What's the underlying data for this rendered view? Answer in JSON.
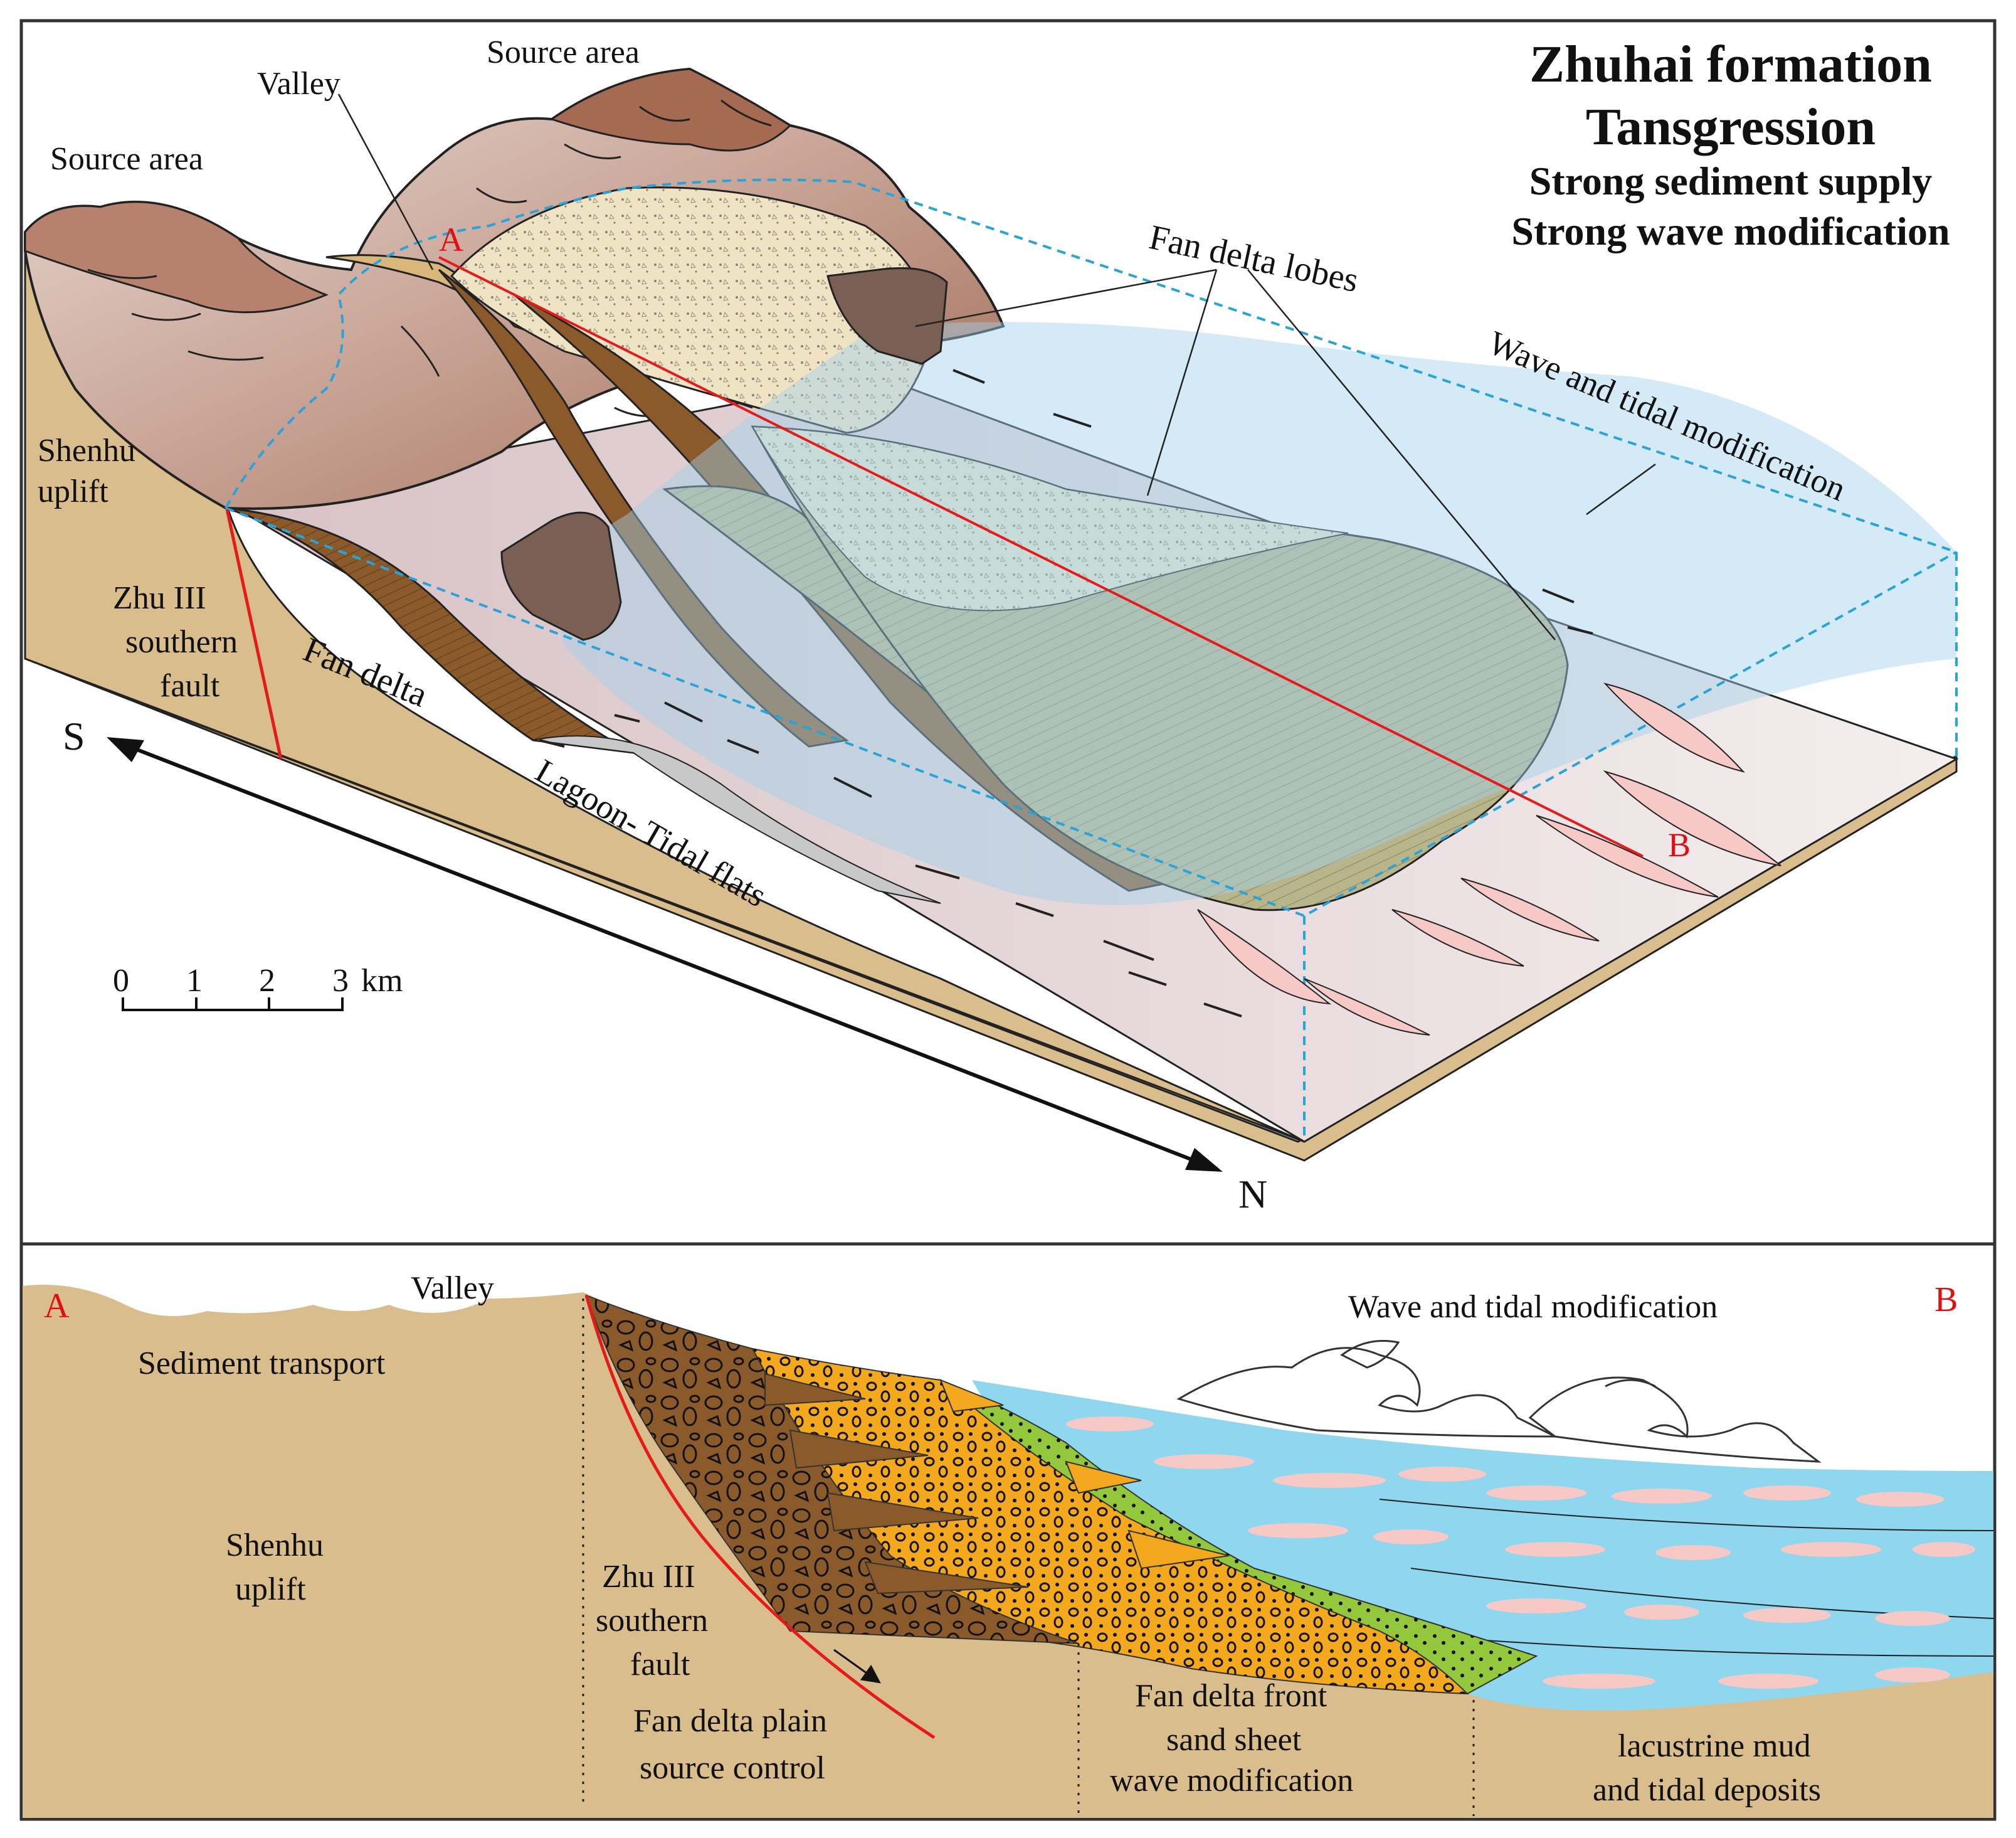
{
  "title": {
    "line1": "Zhuhai formation",
    "line2": "Tansgression",
    "line3": "Strong sediment supply",
    "line4": "Strong wave modification"
  },
  "block": {
    "source_area_1": "Source area",
    "source_area_2": "Source area",
    "valley": "Valley",
    "point_a": "A",
    "point_b": "B",
    "fan_delta_lobes": "Fan delta lobes",
    "wave_tidal": "Wave and tidal modification",
    "shenhu_1": "Shenhu",
    "shenhu_2": "uplift",
    "fault_1": "Zhu III",
    "fault_2": "southern",
    "fault_3": "fault",
    "fan_delta": "Fan delta",
    "lagoon": "Lagoon- Tidal flats",
    "south": "S",
    "north": "N",
    "scale_ticks": [
      "0",
      "1",
      "2",
      "3"
    ],
    "scale_unit": "km"
  },
  "section": {
    "point_a": "A",
    "point_b": "B",
    "valley": "Valley",
    "sediment_transport": "Sediment transport",
    "shenhu_1": "Shenhu",
    "shenhu_2": "uplift",
    "fault_1": "Zhu III",
    "fault_2": "southern",
    "fault_3": "fault",
    "plain_1": "Fan delta plain",
    "plain_2": "source control",
    "front_1": "Fan delta front",
    "front_2": "sand sheet",
    "front_3": "wave modification",
    "lake_1": "lacustrine mud",
    "lake_2": "and tidal deposits",
    "wave_tidal": "Wave and tidal modification"
  },
  "colors": {
    "mountain": "#b88a78",
    "mountain_light": "#e8d8d2",
    "sand_base": "#d9bd8c",
    "fan_brown": "#8b5a2b",
    "fan_sand": "#f0e3c4",
    "lobe_olive": "#b9b58b",
    "water": "#9fd0ea",
    "section_water": "#8fd6ef",
    "orange": "#f4a81d",
    "green": "#93c83c",
    "red_line": "#e51a1a",
    "dashed_box": "#2aa3d8",
    "pink_bar": "#f6c9c6"
  }
}
